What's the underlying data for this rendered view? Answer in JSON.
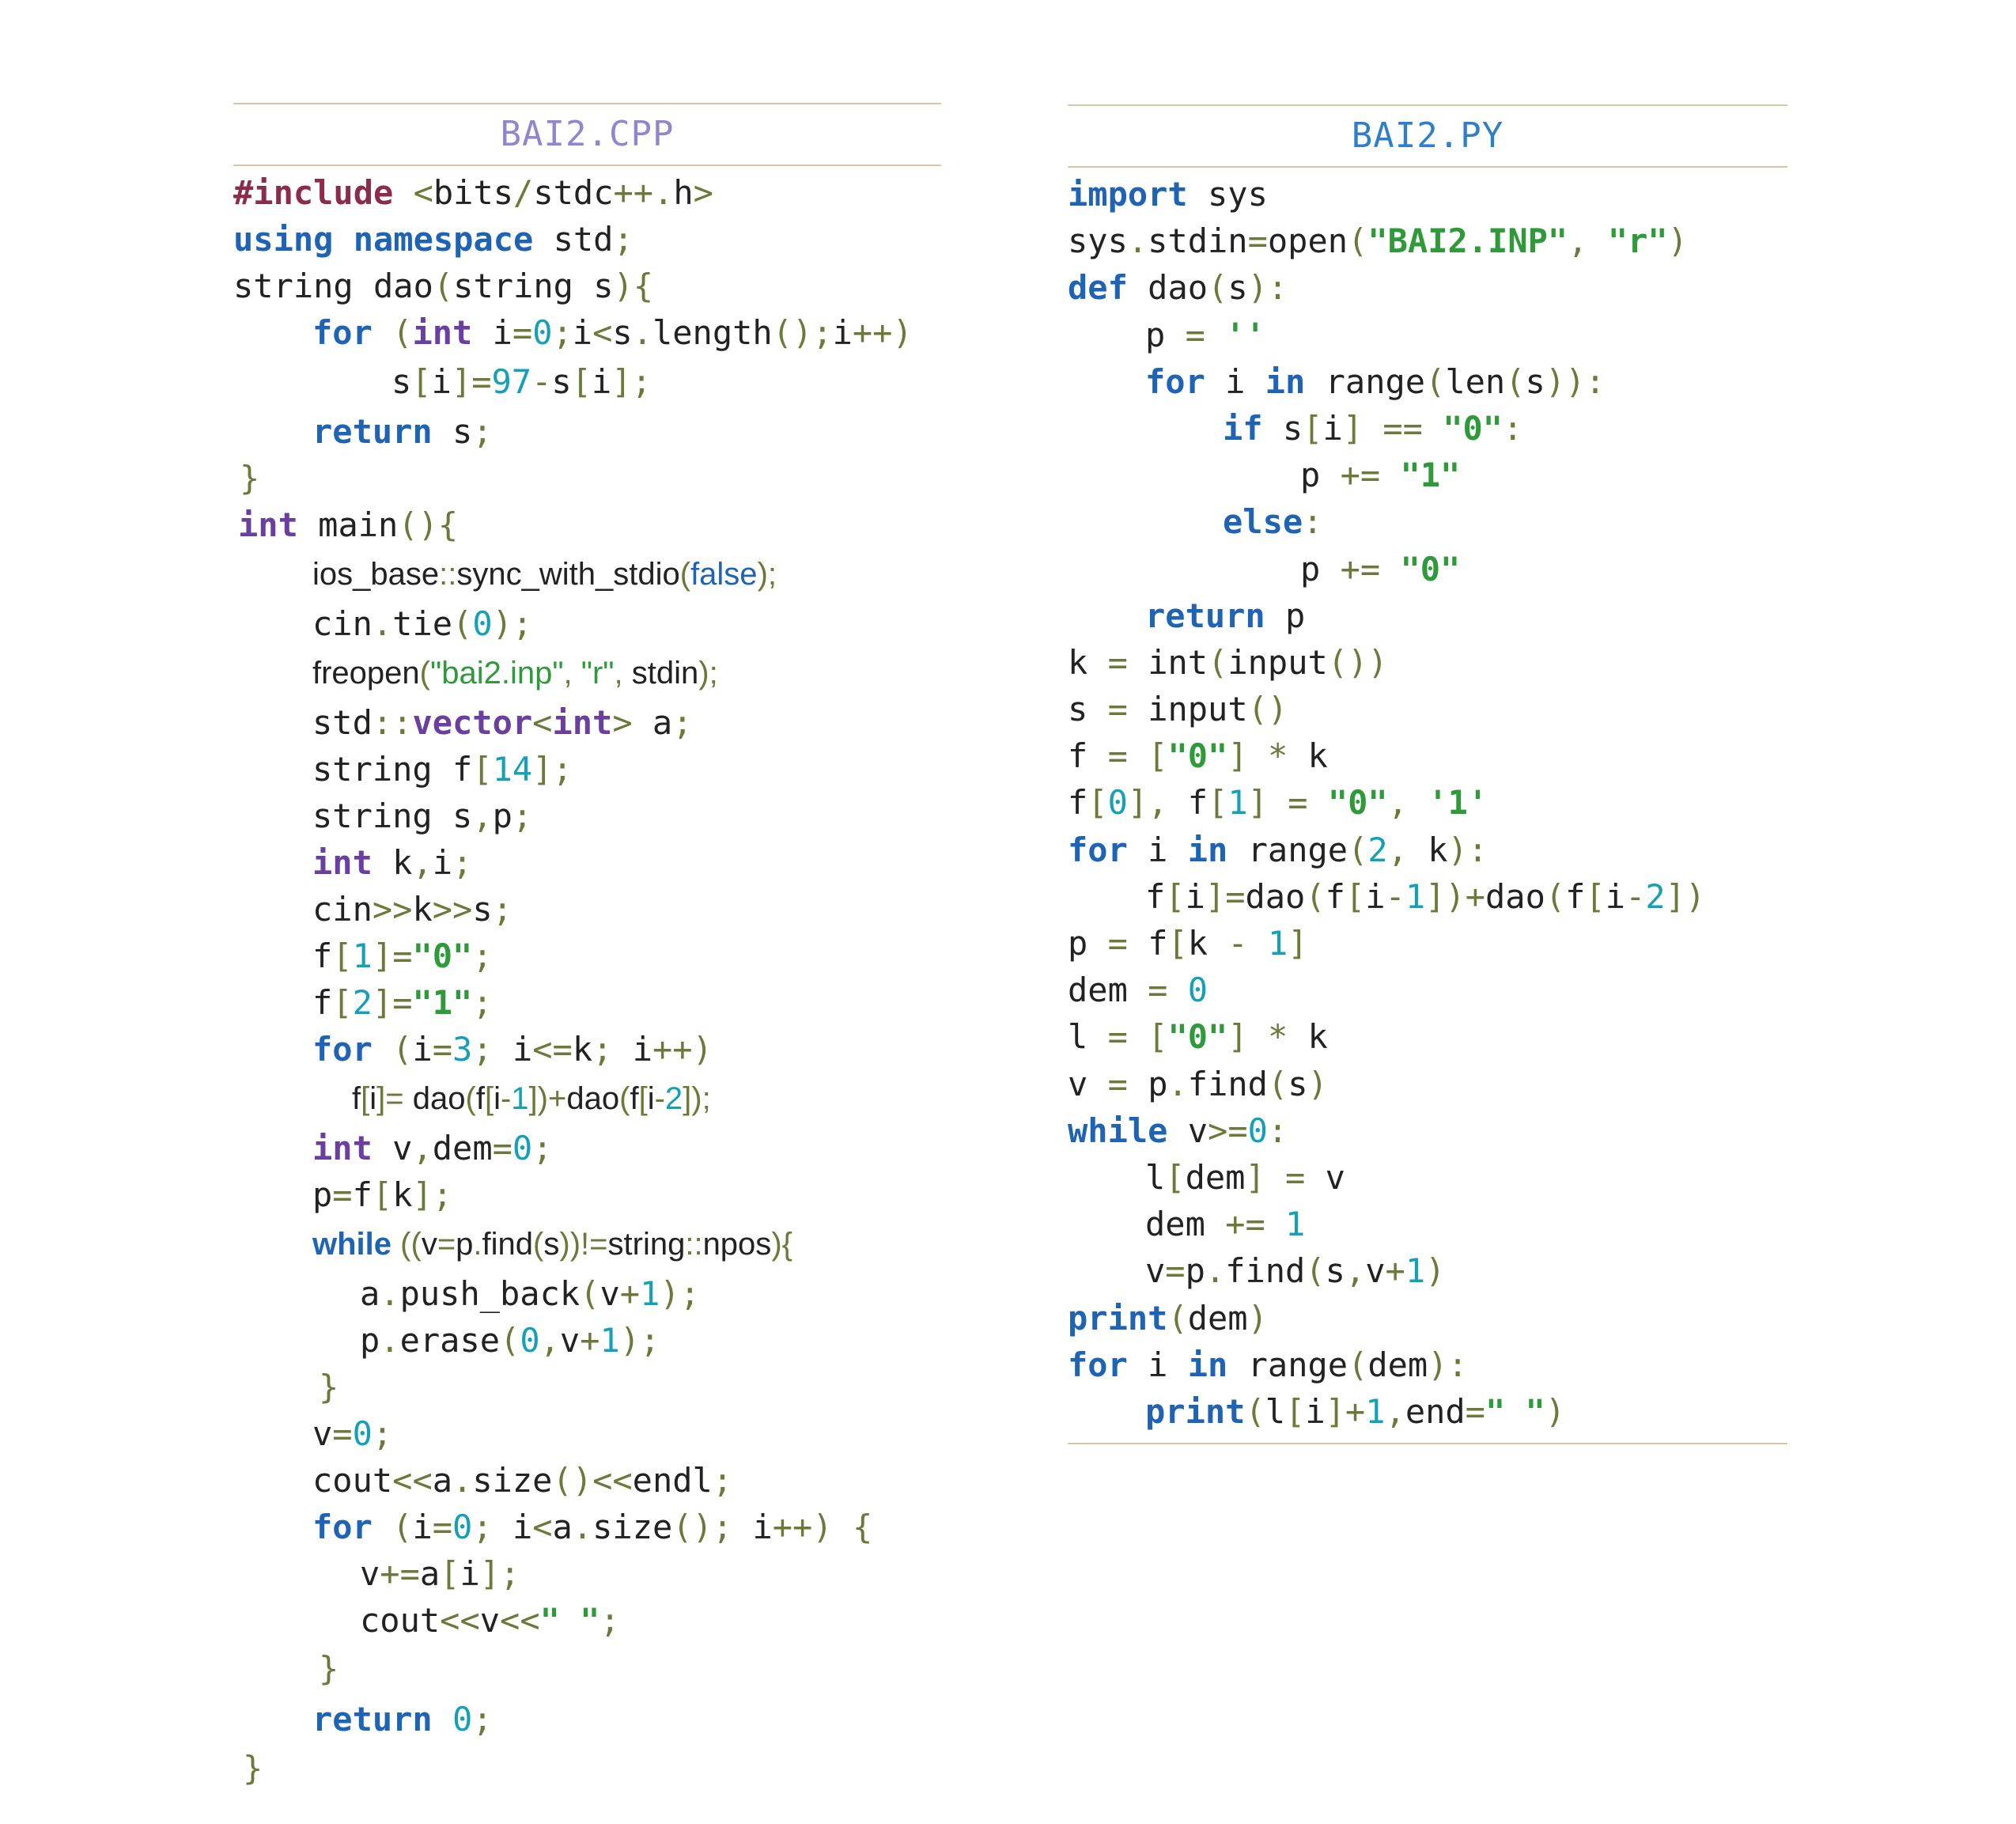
{
  "cpp": {
    "title": "BAI2.CPP",
    "lines": [
      "#include <bits/stdc++.h>",
      "using namespace std;",
      "string dao(string s){",
      "for (int i=0;i<s.length();i++)",
      "s[i]=97-s[i];",
      "return s;",
      "}",
      "int main(){",
      "ios_base::sync_with_stdio(false);",
      "cin.tie(0);",
      "freopen(\"bai2.inp\", \"r\", stdin);",
      "std::vector<int> a;",
      "string f[14];",
      "string s,p;",
      "int k,i;",
      "cin>>k>>s;",
      "f[1]=\"0\";",
      "f[2]=\"1\";",
      "for (i=3; i<=k; i++)",
      "f[i]= dao(f[i-1])+dao(f[i-2]);",
      "int v,dem=0;",
      "p=f[k];",
      "while ((v=p.find(s))!=string::npos){",
      "a.push_back(v+1);",
      "p.erase(0,v+1);",
      "}",
      "v=0;",
      "cout<<a.size()<<endl;",
      "for (i=0; i<a.size(); i++) {",
      "v+=a[i];",
      "cout<<v<<\" \";",
      "}",
      "return 0;",
      "}"
    ]
  },
  "py": {
    "title": "BAI2.PY",
    "lines": [
      "import sys",
      "sys.stdin=open(\"BAI2.INP\", \"r\")",
      "def dao(s):",
      "p = ''",
      "for i in range(len(s)):",
      "if s[i] == \"0\":",
      "p += \"1\"",
      "else:",
      "p += \"0\"",
      "return p",
      "k = int(input())",
      "s = input()",
      "f = [\"0\"] * k",
      "f[0], f[1] = \"0\", '1'",
      "for i in range(2, k):",
      "f[i]=dao(f[i-1])+dao(f[i-2])",
      "p = f[k - 1]",
      "dem = 0",
      "l = [\"0\"] * k",
      "v = p.find(s)",
      "while v>=0:",
      "l[dem] = v",
      "dem += 1",
      "v=p.find(s,v+1)",
      "print(dem)",
      "for i in range(dem):",
      "print(l[i]+1,end=\" \")"
    ]
  },
  "colors": {
    "keyword": "#1f63b5",
    "preprocessor": "#8b2c4e",
    "type": "#6a3fa0",
    "number": "#13a0b8",
    "string": "#2f9a3a",
    "rule": "#d8c6a8",
    "cpp_title": "#8f86cf",
    "py_title": "#2f7fc6"
  }
}
